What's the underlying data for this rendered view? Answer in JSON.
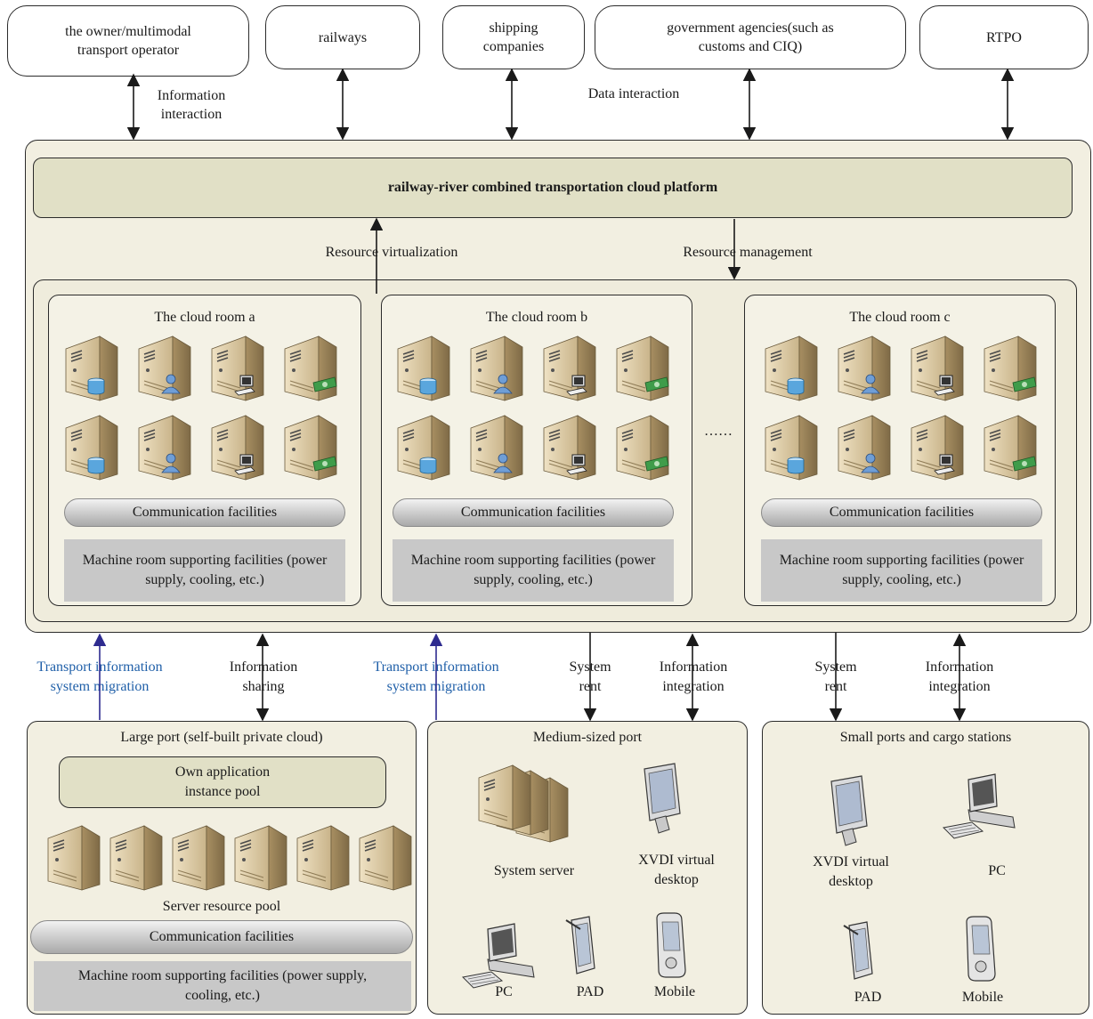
{
  "stakeholders": {
    "owner": "the owner/multimodal transport operator",
    "railways": "railways",
    "shipping": "shipping companies",
    "government": "government agencies(such as customs and CIQ)",
    "rtpo": "RTPO"
  },
  "interaction_labels": {
    "information": "Information interaction",
    "data": "Data interaction"
  },
  "platform": {
    "title": "railway-river combined transportation cloud platform",
    "resource_virtualization": "Resource virtualization",
    "resource_management": "Resource management"
  },
  "rooms": [
    {
      "title": "The cloud room a",
      "comm": "Communication facilities",
      "support": "Machine room supporting facilities (power supply, cooling, etc.)"
    },
    {
      "title": "The cloud room b",
      "comm": "Communication facilities",
      "support": "Machine room supporting facilities (power supply, cooling, etc.)"
    },
    {
      "title": "The cloud room c",
      "comm": "Communication facilities",
      "support": "Machine room supporting facilities (power supply, cooling, etc.)"
    }
  ],
  "ellipsis": "……",
  "connections": {
    "migration": "Transport information system migration",
    "sharing": "Information sharing",
    "rent": "System rent",
    "integration": "Information integration"
  },
  "large_port": {
    "title": "Large port (self-built private cloud)",
    "app_pool": "Own application instance pool",
    "server_pool": "Server resource pool",
    "comm": "Communication facilities",
    "support": "Machine room supporting facilities (power supply, cooling, etc.)"
  },
  "medium_port": {
    "title": "Medium-sized port",
    "system_server": "System server",
    "xvdi": "XVDI virtual desktop",
    "pc": "PC",
    "pad": "PAD",
    "mobile": "Mobile"
  },
  "small_port": {
    "title": "Small ports and cargo stations",
    "xvdi": "XVDI virtual desktop",
    "pc": "PC",
    "pad": "PAD",
    "mobile": "Mobile"
  },
  "colors": {
    "panel": "#f2efe1",
    "platform": "#e1e0c6",
    "migration_text": "#1f5fa8",
    "migration_arrow": "#2e2b8f"
  }
}
